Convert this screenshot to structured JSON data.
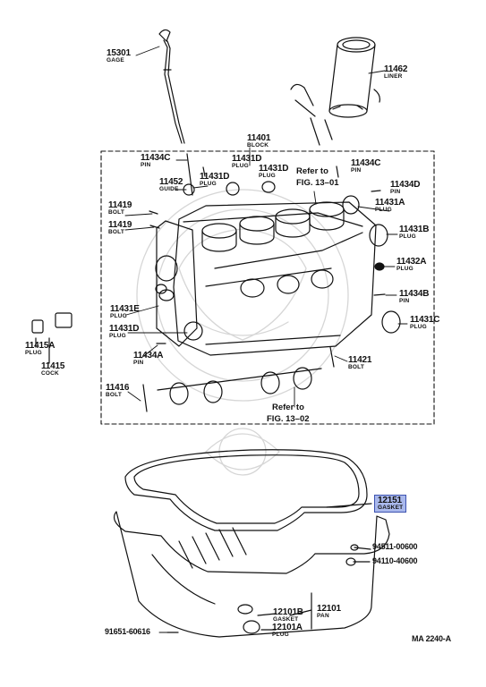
{
  "title_block": {
    "id": "11401",
    "name": "BLOCK"
  },
  "refs": {
    "upper": [
      "Refer to",
      "FIG. 13–01"
    ],
    "lower": [
      "Refer to",
      "FIG. 13–02"
    ]
  },
  "parts": [
    {
      "id": "15301",
      "name": "GAGE"
    },
    {
      "id": "11462",
      "name": "LINER"
    },
    {
      "id": "11434C",
      "name": "PIN",
      "key": "l11434c_left"
    },
    {
      "id": "11431D",
      "name": "PLUG",
      "key": "l11431d_top"
    },
    {
      "id": "11431D",
      "name": "PLUG",
      "key": "l11431d_mid"
    },
    {
      "id": "11431D",
      "name": "PLUG",
      "key": "l11431d_inner"
    },
    {
      "id": "11434C",
      "name": "PIN",
      "key": "l11434c_right"
    },
    {
      "id": "11452",
      "name": "GUIDE"
    },
    {
      "id": "11434D",
      "name": "PIN"
    },
    {
      "id": "11431A",
      "name": "PLUG"
    },
    {
      "id": "11419",
      "name": "BOLT",
      "key": "l11419_a"
    },
    {
      "id": "11419",
      "name": "BOLT",
      "key": "l11419_b"
    },
    {
      "id": "11431B",
      "name": "PLUG"
    },
    {
      "id": "11432A",
      "name": "PLUG"
    },
    {
      "id": "11434B",
      "name": "PIN"
    },
    {
      "id": "11431E",
      "name": "PLUG"
    },
    {
      "id": "11431C",
      "name": "PLUG"
    },
    {
      "id": "11431D",
      "name": "PLUG",
      "key": "l11431d_low"
    },
    {
      "id": "11415A",
      "name": "PLUG"
    },
    {
      "id": "11434A",
      "name": "PIN"
    },
    {
      "id": "11415",
      "name": "COCK"
    },
    {
      "id": "11421",
      "name": "BOLT"
    },
    {
      "id": "11416",
      "name": "BOLT"
    },
    {
      "id": "12151",
      "name": "GASKET",
      "highlighted": true
    },
    {
      "id": "94511-00600",
      "name": ""
    },
    {
      "id": "94110-40600",
      "name": ""
    },
    {
      "id": "12101",
      "name": "PAN"
    },
    {
      "id": "12101B",
      "name": "GASKET"
    },
    {
      "id": "12101A",
      "name": "PLUG"
    },
    {
      "id": "91651-60616",
      "name": ""
    }
  ],
  "diagram_code": "MA 2240-A",
  "colors": {
    "ink": "#111111",
    "highlight": "#a9b8ec",
    "highlight_border": "#3d53b0"
  }
}
